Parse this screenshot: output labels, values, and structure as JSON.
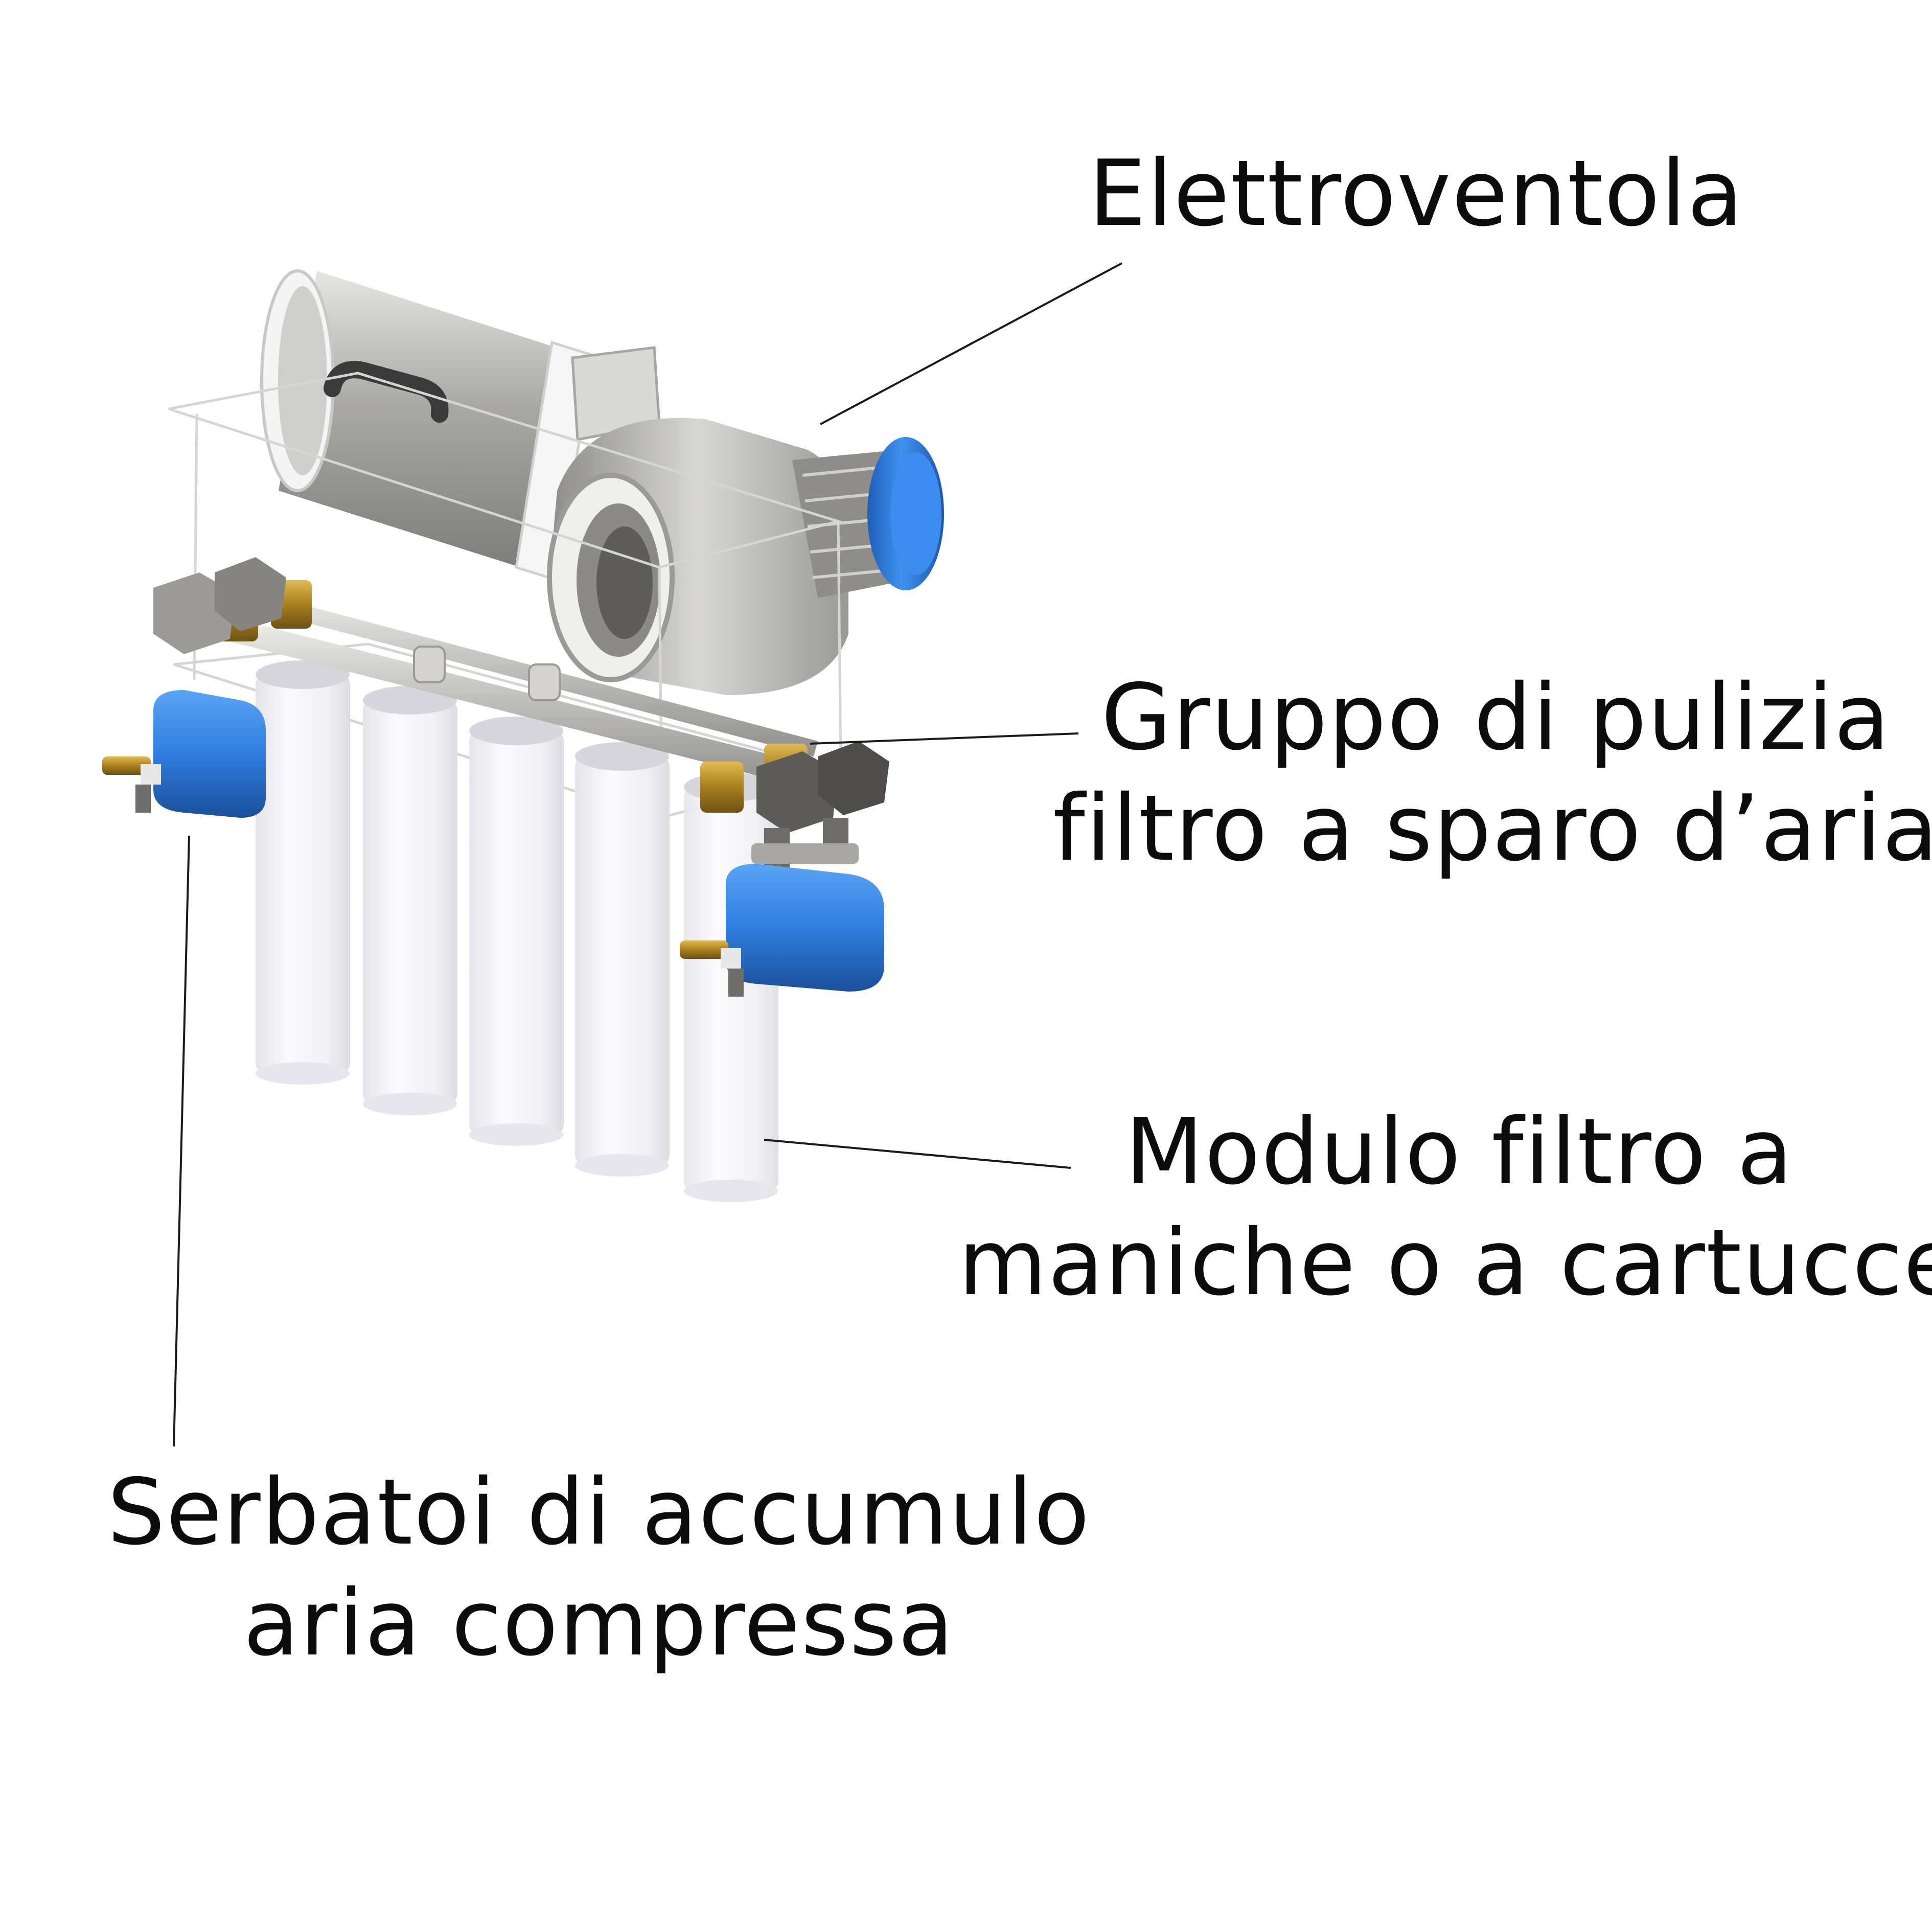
{
  "labels": {
    "fan": {
      "line1": "Elettroventola"
    },
    "cleaning": {
      "line1": "Gruppo di pulizia",
      "line2": "filtro a sparo d’aria"
    },
    "filter": {
      "line1": "Modulo filtro a",
      "line2": "maniche o a cartucce"
    },
    "tanks": {
      "line1": "Serbatoi di accumulo",
      "line2": "aria compressa"
    }
  },
  "colors": {
    "background": "#ffffff",
    "text": "#0c0c0c",
    "steel": "#b9b8b3",
    "blue": "#2f7ee0",
    "brass": "#b08a2a",
    "filter_white": "#f3f3f5"
  }
}
